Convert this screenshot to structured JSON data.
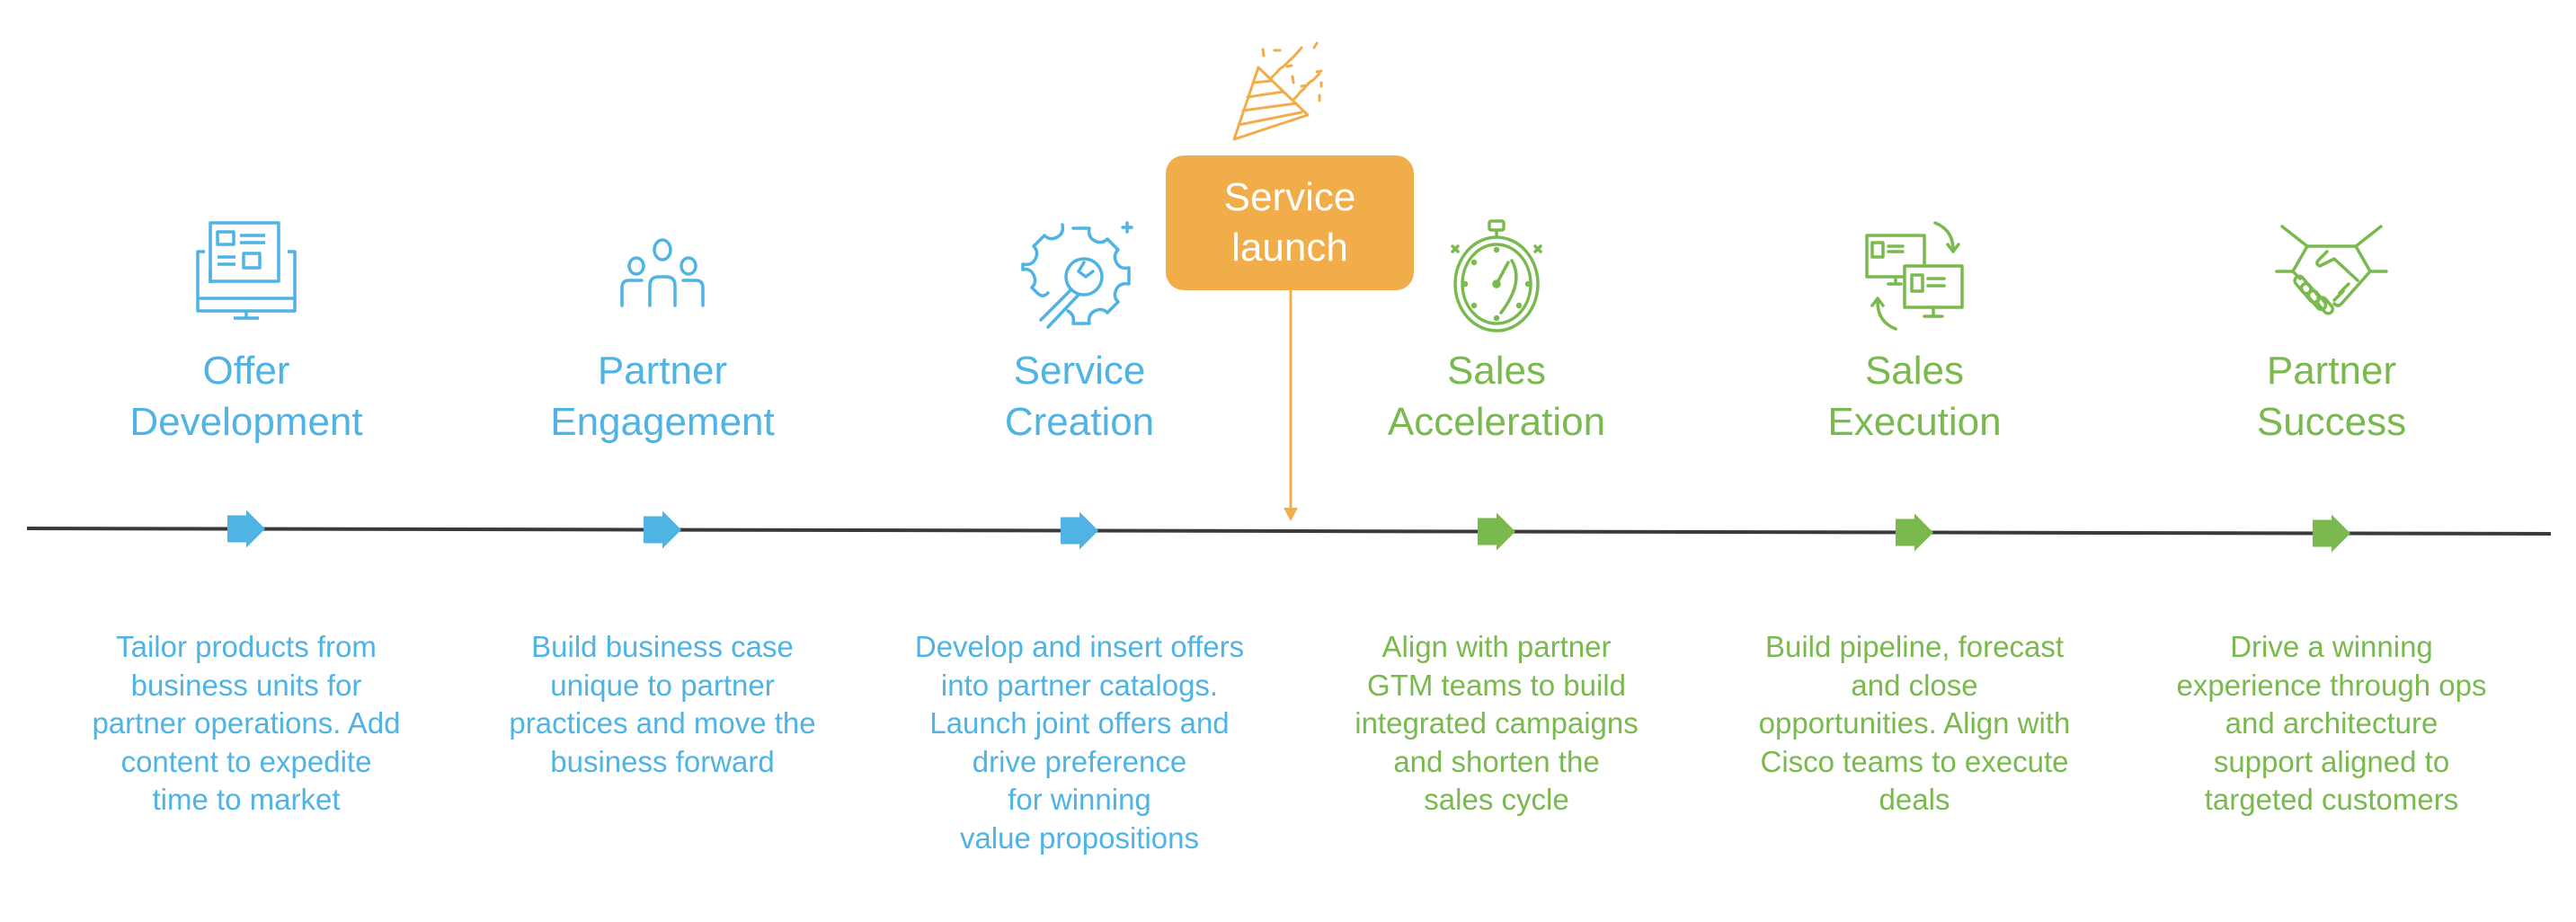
{
  "colors": {
    "phase_blue": "#4FB3E3",
    "phase_green": "#79B94E",
    "launch_orange": "#F0AD4A",
    "timeline": "#444444"
  },
  "milestone": {
    "label_line1": "Service",
    "label_line2": "launch",
    "icon": "party-popper-icon"
  },
  "stages": [
    {
      "id": "offer-development",
      "title_line1": "Offer",
      "title_line2": "Development",
      "icon": "computer-document-icon",
      "color_group": "blue",
      "description_lines": [
        "Tailor products from",
        "business units for",
        "partner operations. Add",
        "content to expedite",
        "time to market"
      ]
    },
    {
      "id": "partner-engagement",
      "title_line1": "Partner",
      "title_line2": "Engagement",
      "icon": "people-group-icon",
      "color_group": "blue",
      "description_lines": [
        "Build business case",
        "unique to partner",
        "practices and move the",
        "business forward"
      ]
    },
    {
      "id": "service-creation",
      "title_line1": "Service",
      "title_line2": "Creation",
      "icon": "gear-wrench-icon",
      "color_group": "blue",
      "description_lines": [
        "Develop and insert offers",
        "into partner catalogs.",
        "Launch joint offers and",
        "drive preference",
        "for winning",
        "value propositions"
      ]
    },
    {
      "id": "sales-acceleration",
      "title_line1": "Sales",
      "title_line2": "Acceleration",
      "icon": "stopwatch-icon",
      "color_group": "green",
      "description_lines": [
        "Align with partner",
        "GTM teams to build",
        "integrated campaigns",
        "and shorten the",
        "sales cycle"
      ]
    },
    {
      "id": "sales-execution",
      "title_line1": "Sales",
      "title_line2": "Execution",
      "icon": "monitors-sync-icon",
      "color_group": "green",
      "description_lines": [
        "Build pipeline, forecast",
        "and close",
        "opportunities. Align with",
        "Cisco teams to execute",
        "deals"
      ]
    },
    {
      "id": "partner-success",
      "title_line1": "Partner",
      "title_line2": "Success",
      "icon": "handshake-icon",
      "color_group": "green",
      "description_lines": [
        "Drive a winning",
        "experience through ops",
        "and architecture",
        "support aligned to",
        "targeted customers"
      ]
    }
  ]
}
